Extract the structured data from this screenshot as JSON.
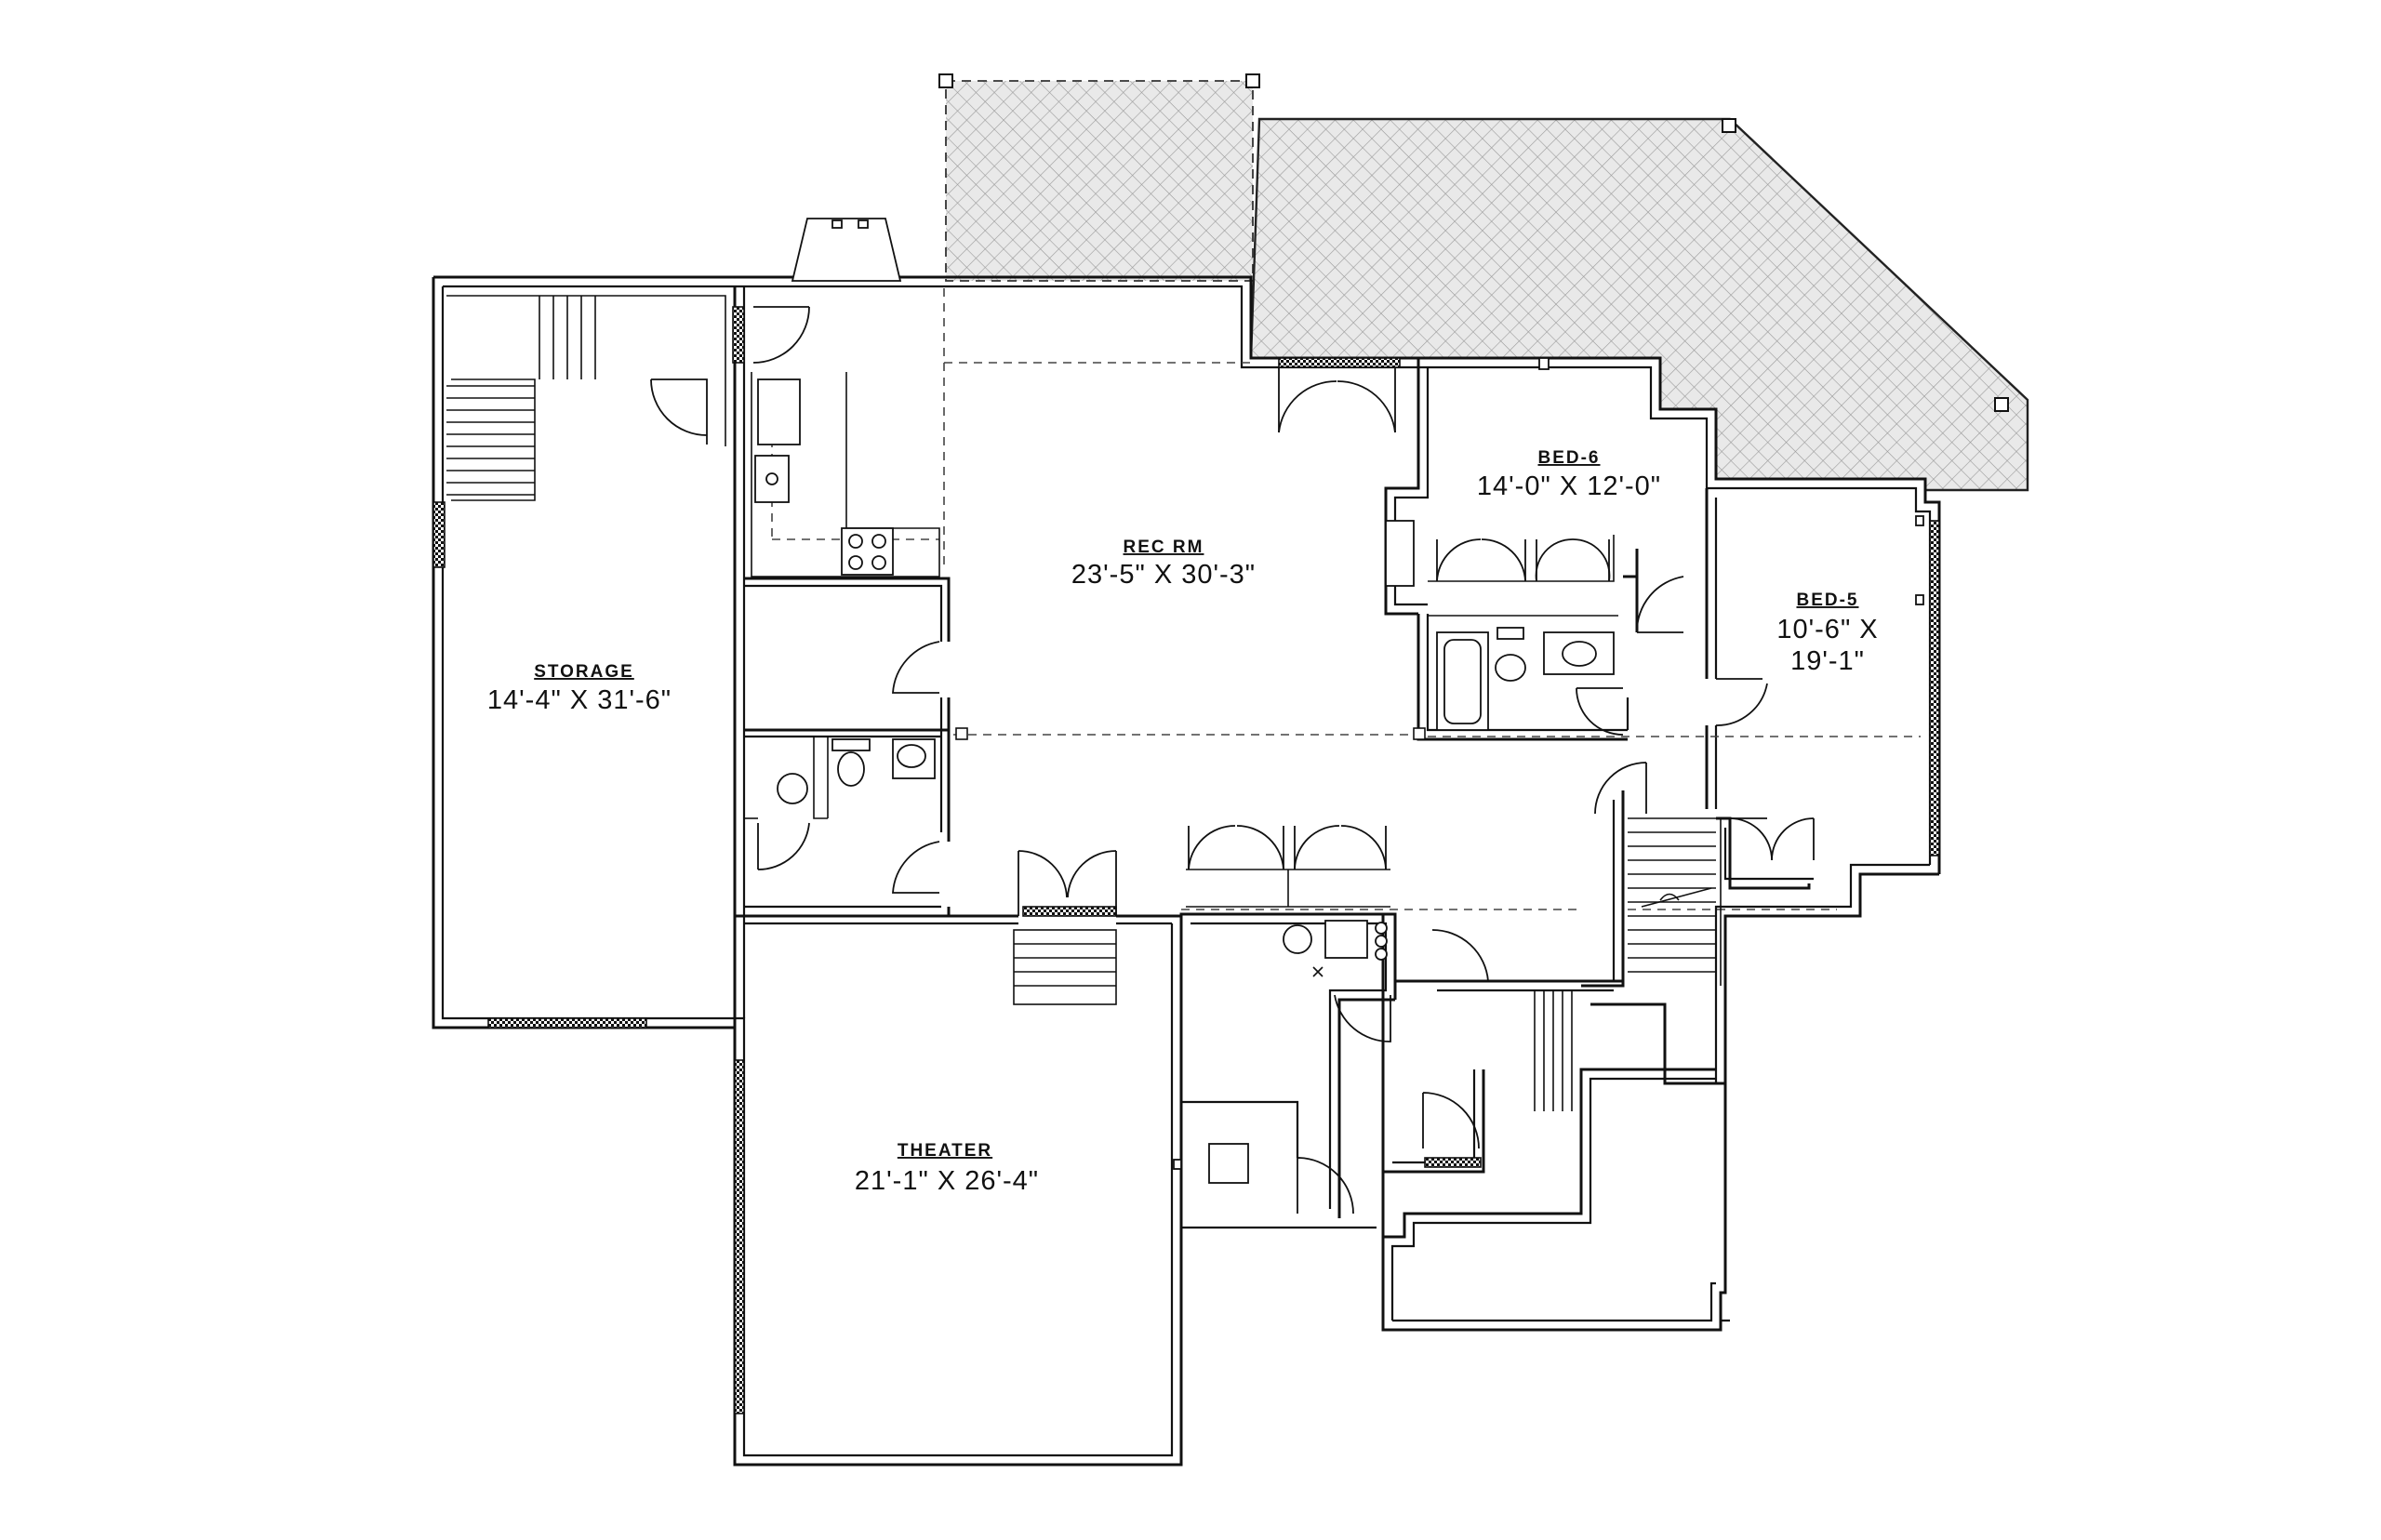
{
  "floor_plan": {
    "rooms": [
      {
        "id": "rec-rm",
        "name": "REC RM",
        "dimensions": "23'-5\" X 30'-3\""
      },
      {
        "id": "bed-6",
        "name": "BED-6",
        "dimensions": "14'-0\" X 12'-0\""
      },
      {
        "id": "bed-5",
        "name": "BED-5",
        "dimensions": "10'-6\" X",
        "dimensions_line2": "19'-1\""
      },
      {
        "id": "storage",
        "name": "STORAGE",
        "dimensions": "14'-4\" X 31'-6\""
      },
      {
        "id": "theater",
        "name": "THEATER",
        "dimensions": "21'-1\" X 26'-4\""
      }
    ]
  }
}
